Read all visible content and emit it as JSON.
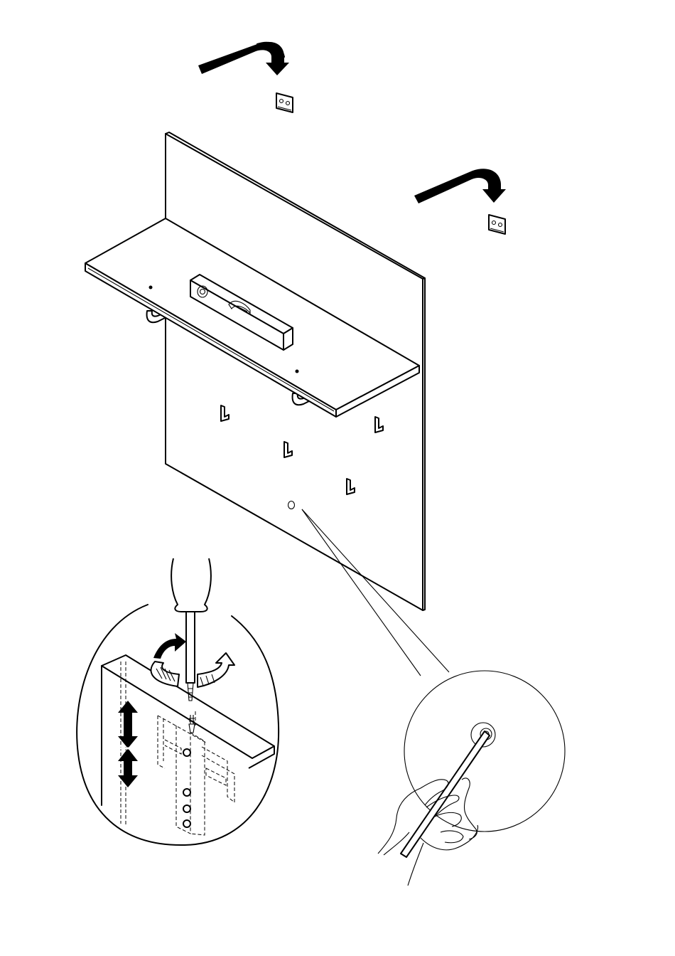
{
  "illustration": {
    "type": "assembly-instruction",
    "colors": {
      "line": "#000000",
      "background": "#ffffff"
    },
    "icons": [
      "curved-arrow-icon",
      "wall-bracket-icon",
      "wall-panel",
      "shelf",
      "spirit-level-icon",
      "coat-hook-icon",
      "screwdriver-icon",
      "rotation-arrow-icon",
      "up-down-arrow-icon",
      "adjustable-bracket-detail",
      "hand-icon",
      "wall-plug-detail"
    ]
  }
}
